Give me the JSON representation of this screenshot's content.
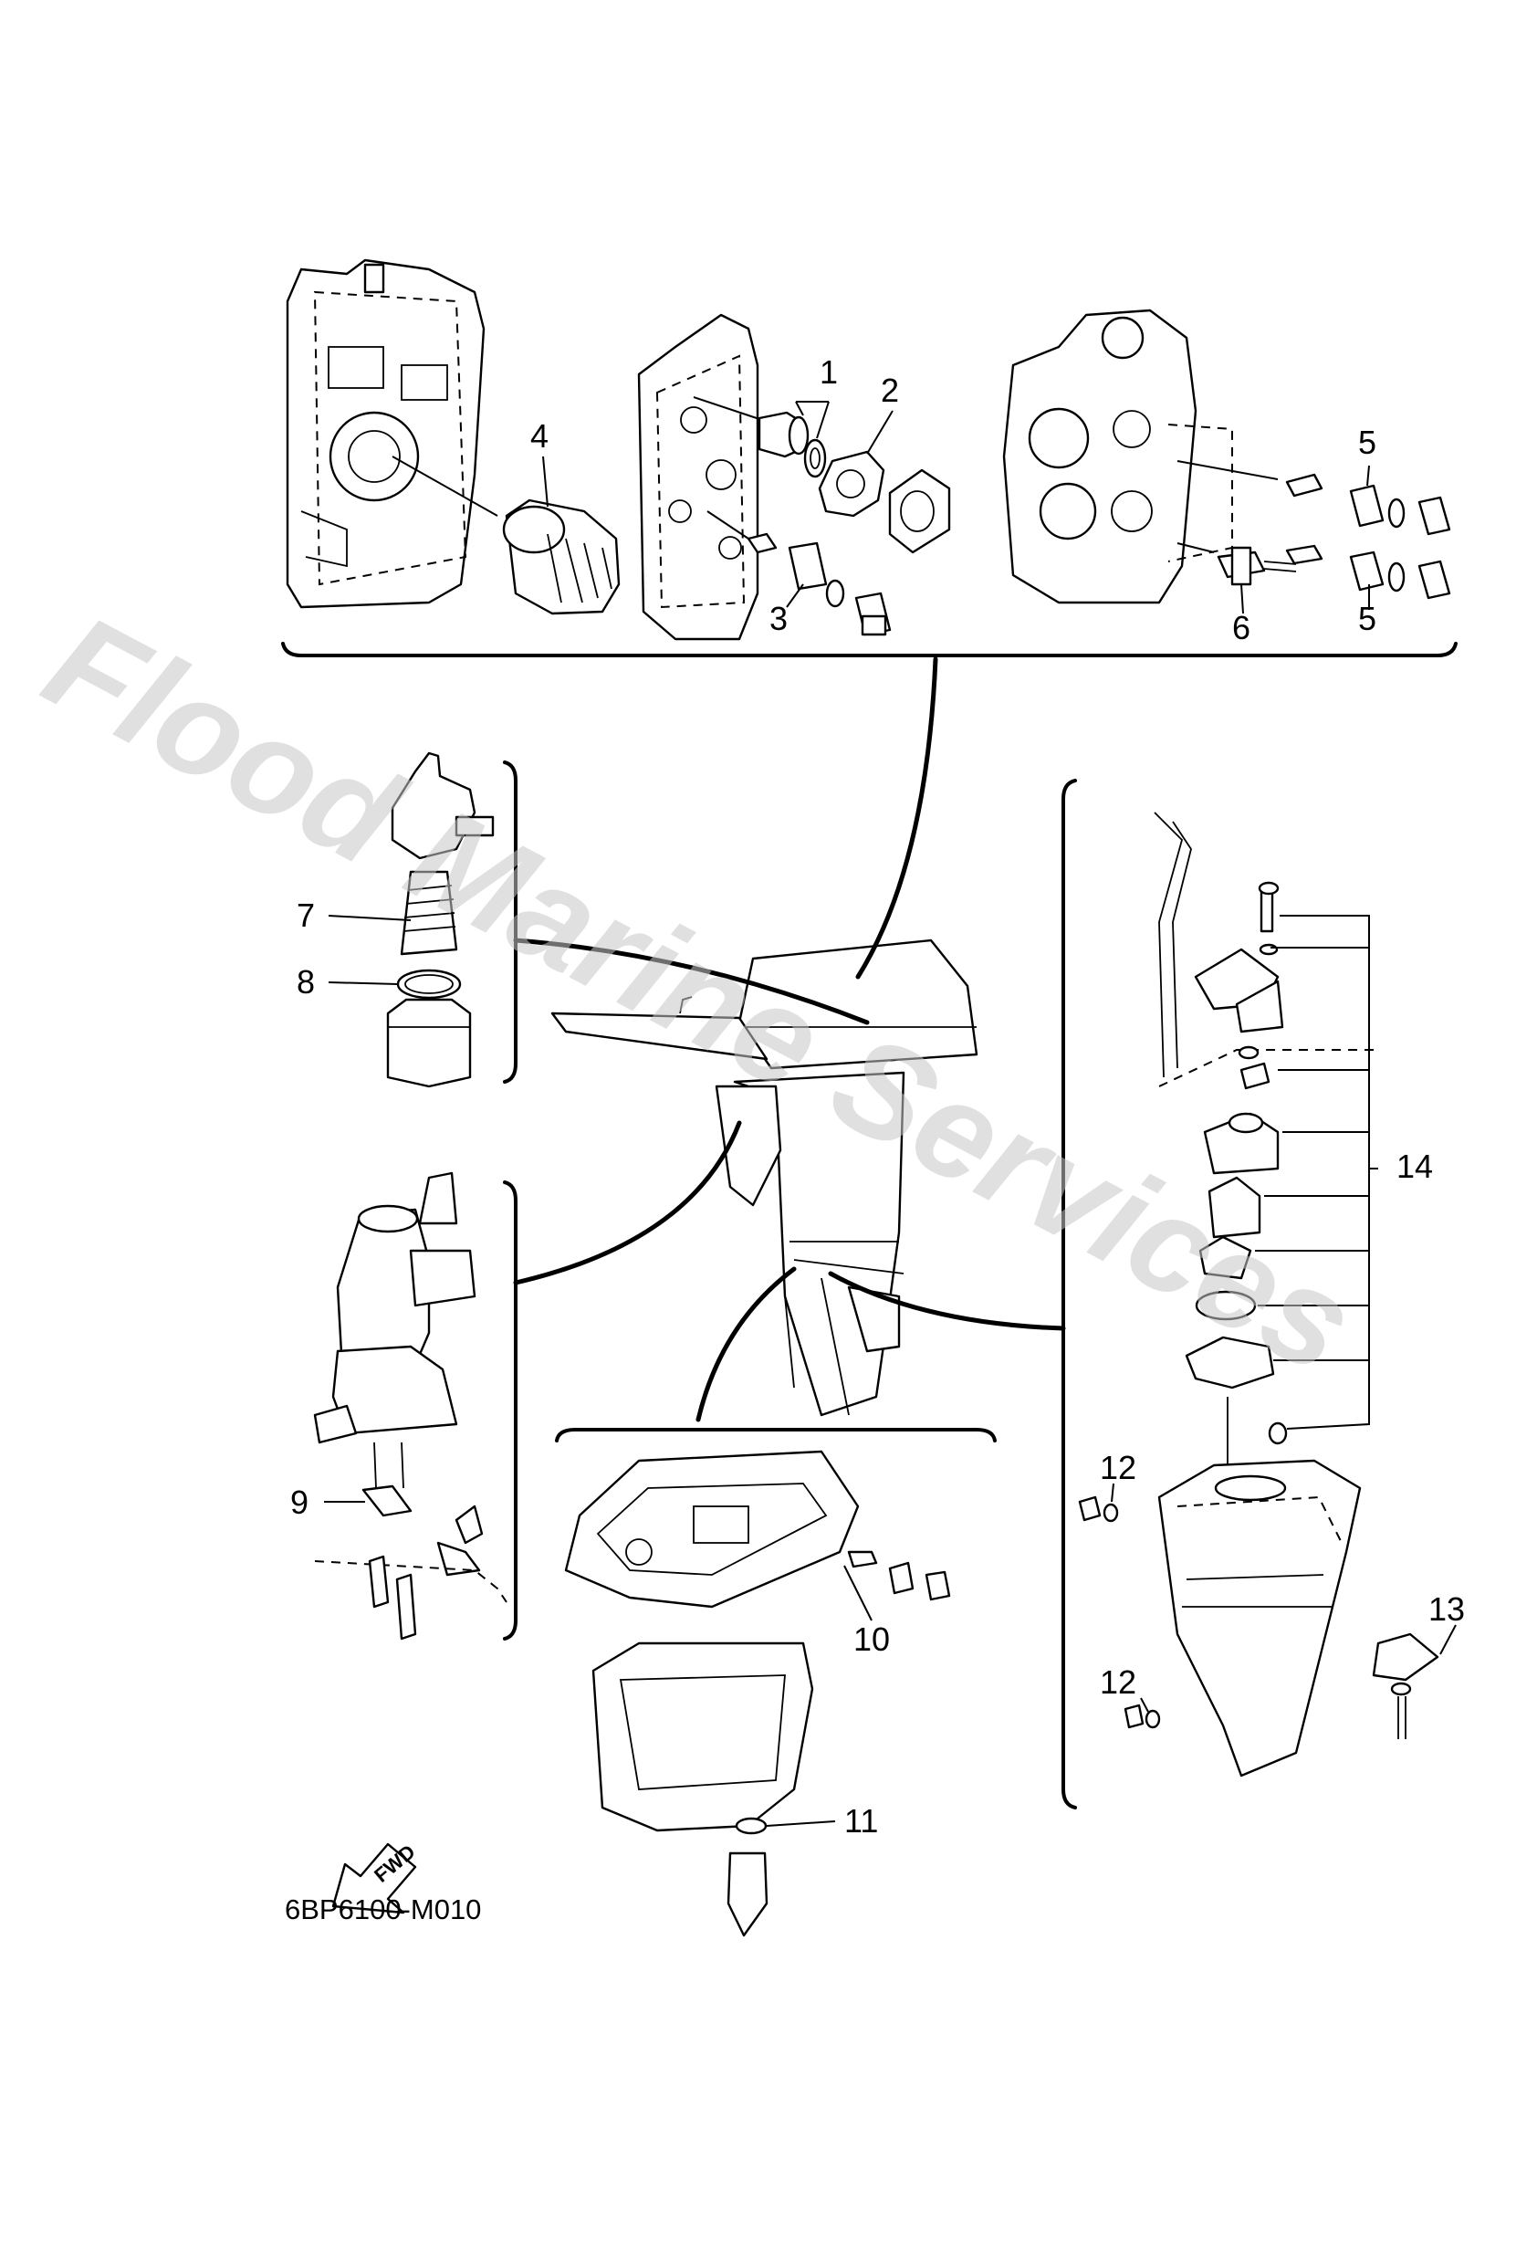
{
  "watermark": "Flood Marine Services",
  "diagram_code": "6BP6100-M010",
  "fwd_label": "FWD",
  "callouts": {
    "c1": "1",
    "c2": "2",
    "c3": "3",
    "c4": "4",
    "c5a": "5",
    "c5b": "5",
    "c6": "6",
    "c7": "7",
    "c8": "8",
    "c9": "9",
    "c10": "10",
    "c11": "11",
    "c12a": "12",
    "c12b": "12",
    "c13": "13",
    "c14": "14"
  }
}
